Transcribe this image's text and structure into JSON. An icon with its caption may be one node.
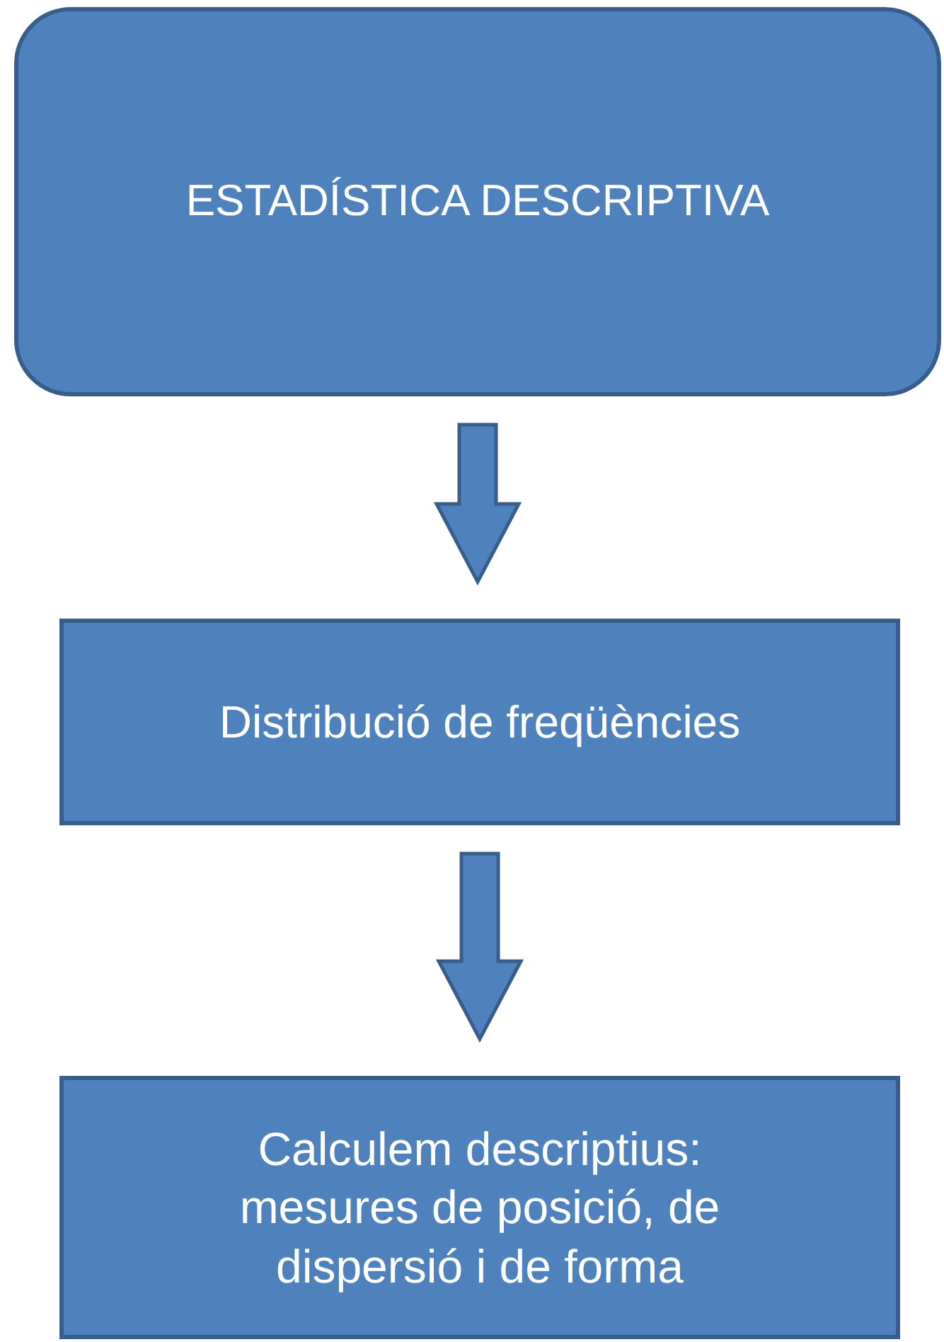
{
  "diagram": {
    "nodes": [
      {
        "text": [
          "ESTADÍSTICA DESCRIPTIVA"
        ]
      },
      {
        "text": [
          "Distribució de freqüències"
        ]
      },
      {
        "text": [
          "Calculem descriptius: mesures de posició, de dispersió i de forma"
        ]
      }
    ],
    "edges": [
      {
        "from": 0,
        "to": 1,
        "arrow": "to"
      },
      {
        "from": 1,
        "to": 2,
        "arrow": "to"
      }
    ]
  }
}
